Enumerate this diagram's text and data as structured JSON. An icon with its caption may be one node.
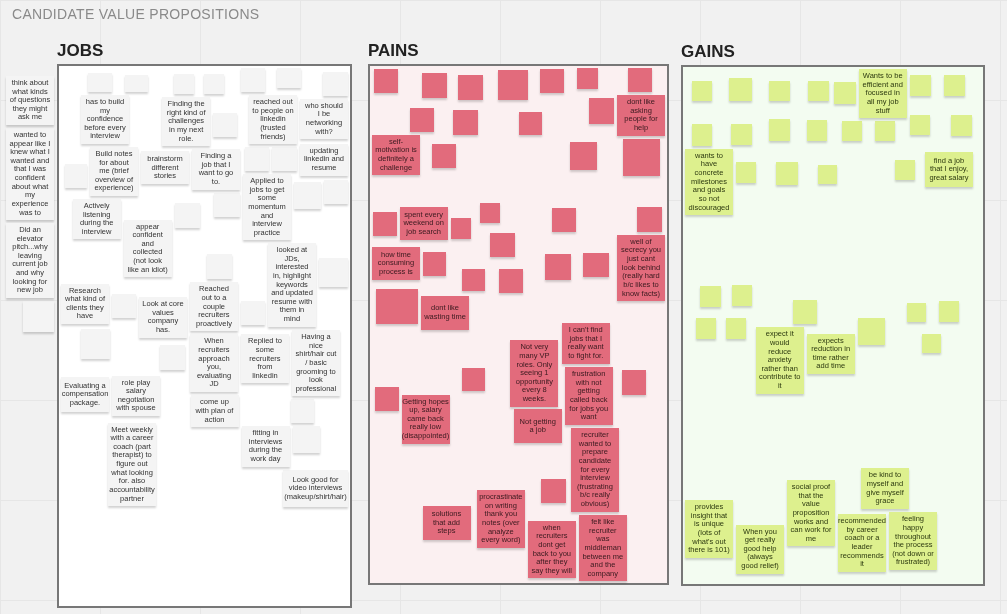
{
  "diagram": {
    "title": "CANDIDATE VALUE PROPOSITIONS",
    "nodes": [
      {
        "text": [
          "JOBS"
        ]
      },
      {
        "text": [
          "PAINS"
        ]
      },
      {
        "text": [
          "GAINS"
        ]
      },
      {
        "text": [],
        "shape": "box",
        "in": 0
      },
      {
        "text": [],
        "shape": "box",
        "in": 0
      },
      {
        "text": [
          "has to build my confidence before every interview"
        ],
        "in": 0
      },
      {
        "text": [],
        "shape": "box",
        "in": 0
      },
      {
        "text": [],
        "shape": "box",
        "in": 0
      },
      {
        "text": [],
        "shape": "box",
        "in": 0
      },
      {
        "text": [],
        "shape": "box",
        "in": 0
      },
      {
        "text": [],
        "shape": "box",
        "in": 0
      },
      {
        "text": [
          "Finding the right kind of challenges in my next role."
        ],
        "in": 0
      },
      {
        "text": [],
        "shape": "box",
        "in": 0
      },
      {
        "text": [
          "reached out to people on linkedin (trusted friends)"
        ],
        "in": 0
      },
      {
        "text": [
          "who should I be networking with?"
        ],
        "in": 0
      },
      {
        "text": [],
        "shape": "box",
        "in": 0
      },
      {
        "text": [],
        "shape": "box",
        "in": 0
      },
      {
        "text": [
          "updating linkedin and resume"
        ],
        "in": 0
      },
      {
        "text": [
          "wanted to appear like I knew what I wanted and that I was confident about what my experience was to"
        ]
      },
      {
        "text": [
          "think about what kinds of questions they might ask me"
        ]
      },
      {
        "text": [],
        "shape": "box",
        "in": 0
      },
      {
        "text": [
          "Build notes for about me (brief overview of experience)"
        ],
        "in": 0
      },
      {
        "text": [
          "brainstorm different stories"
        ],
        "in": 0
      },
      {
        "text": [
          "Finding a job that I want to go to."
        ],
        "in": 0
      },
      {
        "text": [],
        "shape": "box",
        "in": 0
      },
      {
        "text": [
          "Applied to jobs to get some momentum and interview practice"
        ],
        "in": 0
      },
      {
        "text": [],
        "shape": "box",
        "in": 0
      },
      {
        "text": [],
        "shape": "box",
        "in": 0
      },
      {
        "text": [
          "Did an elevator pitch...why leaving current job and why looking for new job"
        ]
      },
      {
        "text": [
          "Actively listening during the interview"
        ],
        "in": 0
      },
      {
        "text": [],
        "shape": "box",
        "in": 0
      },
      {
        "text": [
          "appear confident and collected (not look like an idiot)"
        ],
        "in": 0
      },
      {
        "text": [
          "looked at JDs, interested in, highlight keywords and updated resume with them in mind"
        ],
        "in": 0
      },
      {
        "text": [],
        "shape": "box",
        "in": 0
      },
      {
        "text": [],
        "shape": "box",
        "in": 0
      },
      {
        "text": [],
        "shape": "box"
      },
      {
        "text": [
          "Research what kind of clients they have"
        ],
        "in": 0
      },
      {
        "text": [],
        "shape": "box",
        "in": 0
      },
      {
        "text": [],
        "shape": "box",
        "in": 0
      },
      {
        "text": [
          "Look at core values company has."
        ],
        "in": 0
      },
      {
        "text": [
          "Reached out to a couple recruiters proactively"
        ],
        "in": 0
      },
      {
        "text": [],
        "shape": "box",
        "in": 0
      },
      {
        "text": [
          "Having a nice shirt/hair cut / basic grooming to look professional"
        ],
        "in": 0
      },
      {
        "text": [
          "Look good for video interviews (makeup/shirt/hair)"
        ],
        "in": 0
      },
      {
        "text": [],
        "shape": "box",
        "in": 0
      },
      {
        "text": [
          "When recruiters approach you, evaluating JD"
        ],
        "in": 0
      },
      {
        "text": [
          "Replied to some recruiters from linkedin"
        ],
        "in": 0
      },
      {
        "text": [],
        "shape": "box",
        "in": 0
      },
      {
        "text": [
          "Evaluating a compensation package."
        ],
        "in": 0
      },
      {
        "text": [
          "role play salary negotiation with spouse"
        ],
        "in": 0
      },
      {
        "text": [
          "come up with plan of action"
        ],
        "in": 0
      },
      {
        "text": [
          "fitting in interviews during the work day"
        ],
        "in": 0
      },
      {
        "text": [],
        "shape": "box",
        "in": 0
      },
      {
        "text": [
          "Meet weekly with a career coach (part therapist) to figure out what looking for. also accountability partner"
        ],
        "in": 0
      },
      {
        "text": [],
        "shape": "box",
        "in": 1
      },
      {
        "text": [],
        "shape": "box",
        "in": 1
      },
      {
        "text": [],
        "shape": "box",
        "in": 1
      },
      {
        "text": [],
        "shape": "box",
        "in": 1
      },
      {
        "text": [],
        "shape": "box",
        "in": 1
      },
      {
        "text": [],
        "shape": "box",
        "in": 1
      },
      {
        "text": [],
        "shape": "box",
        "in": 1
      },
      {
        "text": [],
        "shape": "box",
        "in": 1
      },
      {
        "text": [],
        "shape": "box",
        "in": 1
      },
      {
        "text": [],
        "shape": "box",
        "in": 1
      },
      {
        "text": [],
        "shape": "box",
        "in": 1
      },
      {
        "text": [
          "dont like asking people for help"
        ],
        "in": 1
      },
      {
        "text": [
          "self-motivation is definitely a challenge"
        ],
        "in": 1
      },
      {
        "text": [],
        "shape": "box",
        "in": 1
      },
      {
        "text": [],
        "shape": "box",
        "in": 1
      },
      {
        "text": [],
        "shape": "box",
        "in": 1
      },
      {
        "text": [],
        "shape": "box",
        "in": 1
      },
      {
        "text": [
          "spent every weekend on job search"
        ],
        "in": 1
      },
      {
        "text": [],
        "shape": "box",
        "in": 1
      },
      {
        "text": [],
        "shape": "box",
        "in": 1
      },
      {
        "text": [],
        "shape": "box",
        "in": 1
      },
      {
        "text": [],
        "shape": "box",
        "in": 1
      },
      {
        "text": [],
        "shape": "box",
        "in": 1
      },
      {
        "text": [
          "how time consuming process is"
        ],
        "in": 1
      },
      {
        "text": [],
        "shape": "box",
        "in": 1
      },
      {
        "text": [],
        "shape": "box",
        "in": 1
      },
      {
        "text": [],
        "shape": "box",
        "in": 1
      },
      {
        "text": [],
        "shape": "box",
        "in": 1
      },
      {
        "text": [],
        "shape": "box",
        "in": 1
      },
      {
        "text": [
          "well of secrecy you just cant look behind (really hard b/c likes to know facts)"
        ],
        "in": 1
      },
      {
        "text": [],
        "shape": "box",
        "in": 1
      },
      {
        "text": [
          "dont like wasting time"
        ],
        "in": 1
      },
      {
        "text": [],
        "shape": "box",
        "in": 1
      },
      {
        "text": [
          "Not very many VP roles. Only seeing 1 opportunity every 8 weeks."
        ],
        "in": 1
      },
      {
        "text": [
          "I can't find jobs that I really want to fight for."
        ],
        "in": 1
      },
      {
        "text": [],
        "shape": "box",
        "in": 1
      },
      {
        "text": [],
        "shape": "box",
        "in": 1
      },
      {
        "text": [
          "Getting hopes up, salary came back really low (disappointed)"
        ],
        "in": 1
      },
      {
        "text": [
          "Not getting a job"
        ],
        "in": 1
      },
      {
        "text": [
          "frustration with not getting called back for jobs you want"
        ],
        "in": 1
      },
      {
        "text": [],
        "shape": "box",
        "in": 1
      },
      {
        "text": [
          "recruiter wanted to prepare candidate for every interview (frustrating b/c really obvious)"
        ],
        "in": 1
      },
      {
        "text": [
          "solutions that add steps"
        ],
        "in": 1
      },
      {
        "text": [
          "procrastinate on writing thank you notes (over analyze every word)"
        ],
        "in": 1
      },
      {
        "text": [
          "felt like recruiter was middleman between me and the company"
        ],
        "in": 1
      },
      {
        "text": [
          "when recruiters dont get back to you after they say they will"
        ],
        "in": 1
      },
      {
        "text": [],
        "shape": "box",
        "in": 2
      },
      {
        "text": [],
        "shape": "box",
        "in": 2
      },
      {
        "text": [],
        "shape": "box",
        "in": 2
      },
      {
        "text": [],
        "shape": "box",
        "in": 2
      },
      {
        "text": [],
        "shape": "box",
        "in": 2
      },
      {
        "text": [
          "Wants to be efficient and focused in all my job stuff"
        ],
        "in": 2
      },
      {
        "text": [],
        "shape": "box",
        "in": 2
      },
      {
        "text": [],
        "shape": "box",
        "in": 2
      },
      {
        "text": [],
        "shape": "box",
        "in": 2
      },
      {
        "text": [],
        "shape": "box",
        "in": 2
      },
      {
        "text": [],
        "shape": "box",
        "in": 2
      },
      {
        "text": [],
        "shape": "box",
        "in": 2
      },
      {
        "text": [],
        "shape": "box",
        "in": 2
      },
      {
        "text": [],
        "shape": "box",
        "in": 2
      },
      {
        "text": [],
        "shape": "box",
        "in": 2
      },
      {
        "text": [],
        "shape": "box",
        "in": 2
      },
      {
        "text": [
          "wants to have concrete milestones and goals so not discouraged"
        ],
        "in": 2
      },
      {
        "text": [],
        "shape": "box",
        "in": 2
      },
      {
        "text": [],
        "shape": "box",
        "in": 2
      },
      {
        "text": [],
        "shape": "box",
        "in": 2
      },
      {
        "text": [],
        "shape": "box",
        "in": 2
      },
      {
        "text": [
          "find a job that I enjoy, great salary"
        ],
        "in": 2
      },
      {
        "text": [],
        "shape": "box",
        "in": 2
      },
      {
        "text": [],
        "shape": "box",
        "in": 2
      },
      {
        "text": [],
        "shape": "box",
        "in": 2
      },
      {
        "text": [],
        "shape": "box",
        "in": 2
      },
      {
        "text": [],
        "shape": "box",
        "in": 2
      },
      {
        "text": [
          "expect it would reduce anxiety rather than contribute to it"
        ],
        "in": 2
      },
      {
        "text": [
          "expects reduction in time rather add time"
        ],
        "in": 2
      },
      {
        "text": [],
        "shape": "box",
        "in": 2
      },
      {
        "text": [],
        "shape": "box",
        "in": 2
      },
      {
        "text": [],
        "shape": "box",
        "in": 2
      },
      {
        "text": [],
        "shape": "box",
        "in": 2
      },
      {
        "text": [
          "be kind to myself and give myself grace"
        ],
        "in": 2
      },
      {
        "text": [
          "social proof that the value proposition works and can work for me"
        ],
        "in": 2
      },
      {
        "text": [
          "feeling happy throughout the process (not down or frustrated)"
        ],
        "in": 2
      },
      {
        "text": [
          "provides insight that is unique (lots of what's out there is 101)"
        ],
        "in": 2
      },
      {
        "text": [
          "When you get really good help (always good relief)"
        ],
        "in": 2
      },
      {
        "text": [
          "recommended by career coach or a leader recommends it"
        ],
        "in": 2
      }
    ]
  }
}
